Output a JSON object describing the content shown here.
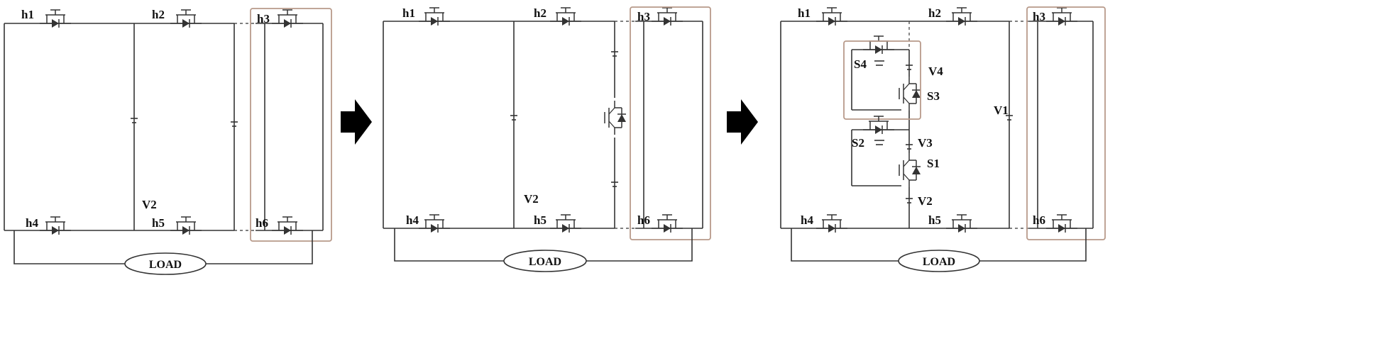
{
  "panel1": {
    "labels": {
      "h1": "h1",
      "h2": "h2",
      "h3": "h3",
      "h4": "h4",
      "h5": "h5",
      "h6": "h6",
      "v2": "V2"
    },
    "load": "LOAD"
  },
  "panel2": {
    "labels": {
      "h1": "h1",
      "h2": "h2",
      "h3": "h3",
      "h4": "h4",
      "h5": "h5",
      "h6": "h6",
      "v2": "V2"
    },
    "load": "LOAD"
  },
  "panel3": {
    "labels": {
      "h1": "h1",
      "h2": "h2",
      "h3": "h3",
      "h4": "h4",
      "h5": "h5",
      "h6": "h6",
      "s1": "S1",
      "s2": "S2",
      "s3": "S3",
      "s4": "S4",
      "v1": "V1",
      "v2": "V2",
      "v3": "V3",
      "v4": "V4"
    },
    "load": "LOAD"
  }
}
